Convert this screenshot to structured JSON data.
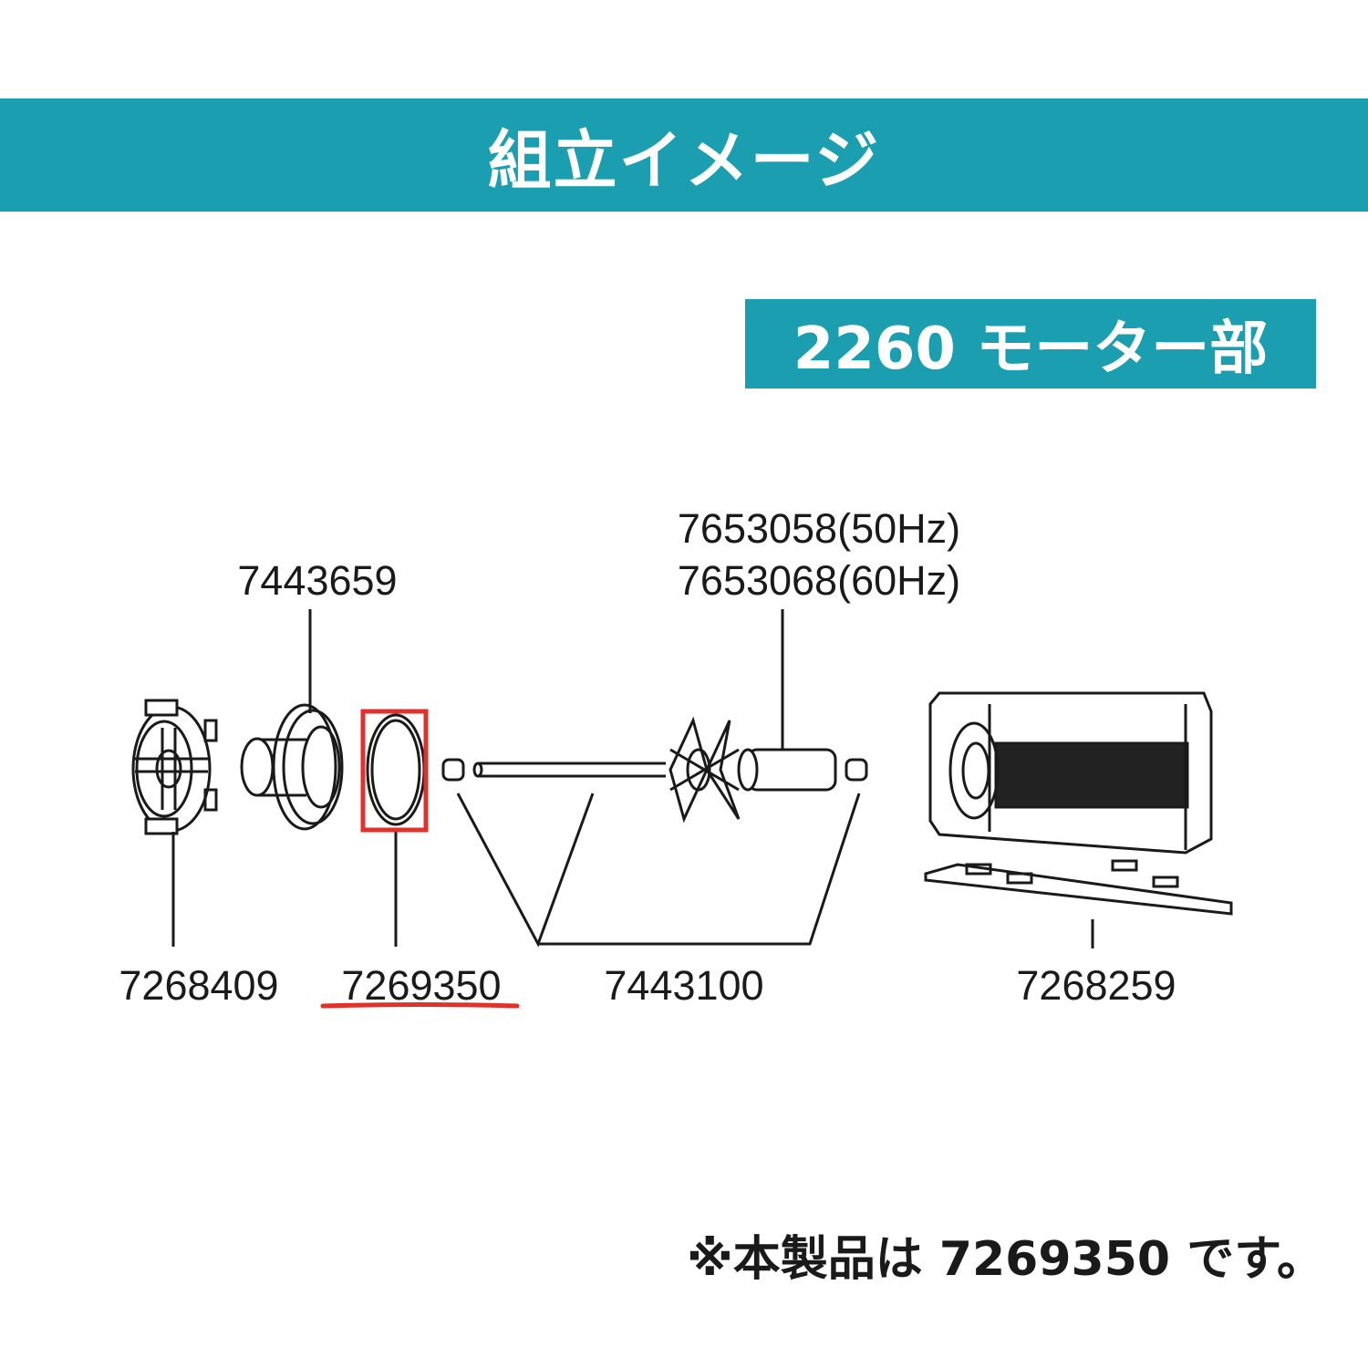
{
  "banner": {
    "title": "組立イメージ",
    "bg_color": "#1b9eaf"
  },
  "section": {
    "label": "2260 モーター部",
    "bg_color": "#1b9eaf"
  },
  "parts": {
    "retainer": "7268409",
    "bearing_cap": "7443659",
    "oring": "7269350",
    "shaft_set": "7443100",
    "impeller_50": "7653058(50Hz)",
    "impeller_60": "7653068(60Hz)",
    "motor": "7268259"
  },
  "highlight": {
    "part": "7269350",
    "color": "#e0312d"
  },
  "footnote": "※本製品は 7269350 です。"
}
